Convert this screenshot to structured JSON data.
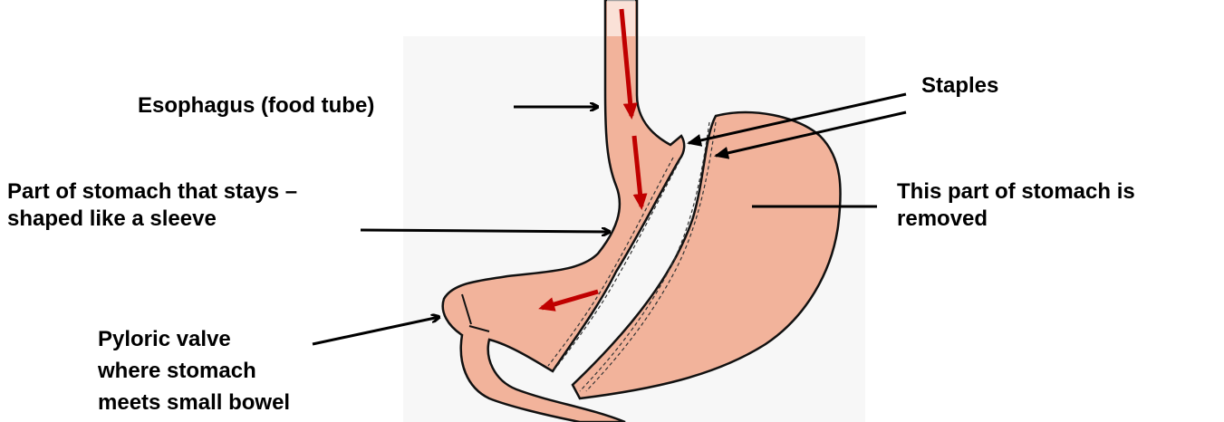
{
  "labels": {
    "esophagus": "Esophagus (food tube)",
    "staples": "Staples",
    "sleeve": [
      "Part of stomach that stays –",
      "shaped like a sleeve"
    ],
    "removed": [
      "This part of stomach is",
      "removed"
    ],
    "pyloric": [
      "Pyloric valve",
      "where stomach",
      "meets small bowel"
    ]
  },
  "colors": {
    "tissue": "#f2b39b",
    "outline": "#111111",
    "food_arrow": "#c00000",
    "pointer": "#000000",
    "background_haze": "#f6f6f6"
  }
}
